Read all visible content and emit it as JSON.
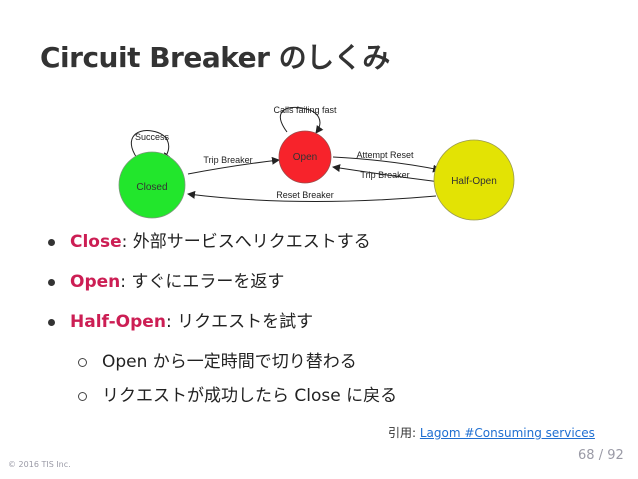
{
  "slide": {
    "title": "Circuit Breaker のしくみ",
    "copyright": "© 2016 TIS Inc.",
    "page_current": "68",
    "page_sep": "/",
    "page_total": "92"
  },
  "diagram": {
    "states": {
      "closed": "Closed",
      "open": "Open",
      "half_open": "Half-Open"
    },
    "transitions": {
      "success": "Success",
      "calls_failing_fast": "Calls failing fast",
      "trip_breaker_1": "Trip Breaker",
      "attempt_reset": "Attempt Reset",
      "trip_breaker_2": "Trip Breaker",
      "reset_breaker": "Reset Breaker"
    },
    "colors": {
      "closed": "#22e62c",
      "open": "#f7232b",
      "half_open": "#e3e304"
    }
  },
  "bullets": [
    {
      "keyword": "Close",
      "sep": ":",
      "text": "外部サービスへリクエストする"
    },
    {
      "keyword": "Open",
      "sep": ":",
      "text": "すぐにエラーを返す"
    },
    {
      "keyword": "Half-Open",
      "sep": ":",
      "text": "リクエストを試す",
      "sub": [
        "Open から一定時間で切り替わる",
        "リクエストが成功したら Close に戻る"
      ]
    }
  ],
  "citation": {
    "prefix": "引用:",
    "link_text": "Lagom #Consuming services"
  },
  "theme": {
    "keyword_color": "#cc1e54",
    "link_color": "#1f6fd1"
  }
}
